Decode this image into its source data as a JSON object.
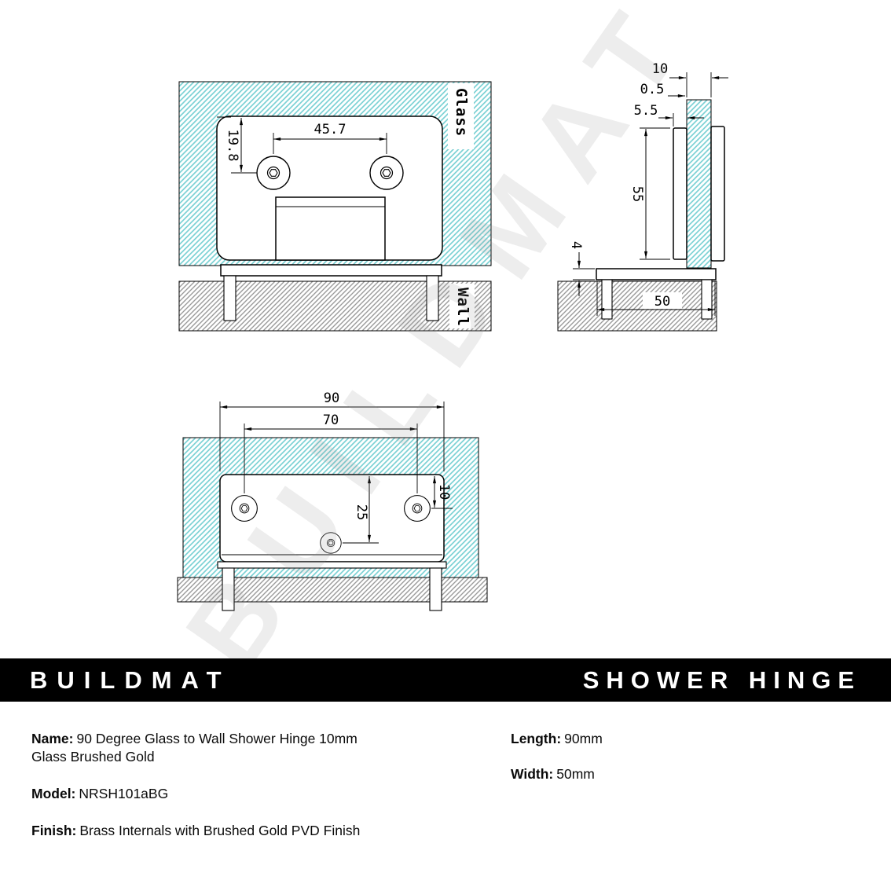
{
  "watermark": "BUILDMAT",
  "drawing": {
    "front_view": {
      "glass_label": "Glass",
      "wall_label": "Wall",
      "dims": {
        "hole_spacing": "45.7",
        "top_to_hole": "19.8"
      }
    },
    "side_view": {
      "dims": {
        "glass_thickness": "10",
        "gasket_gap": "0.5",
        "plate_thickness": "5.5",
        "plate_height": "55",
        "base_thickness": "4",
        "base_width": "50"
      }
    },
    "plan_view": {
      "dims": {
        "overall_length": "90",
        "hole_spacing": "70",
        "center_hole_offset": "25",
        "hole_edge_offset": "10"
      }
    }
  },
  "banner": {
    "brand": "BUILDMAT",
    "product": "SHOWER HINGE"
  },
  "specs": {
    "name_label": "Name:",
    "name_value": "90 Degree Glass to Wall Shower Hinge 10mm Glass Brushed Gold",
    "model_label": "Model:",
    "model_value": "NRSH101aBG",
    "finish_label": "Finish:",
    "finish_value": "Brass Internals with Brushed Gold PVD Finish",
    "length_label": "Length:",
    "length_value": "90mm",
    "width_label": "Width:",
    "width_value": "50mm"
  },
  "colors": {
    "glass_hatch": "#7dd2d5",
    "wall_hatch": "#9a9a9a",
    "line": "#000000",
    "banner_bg": "#000000",
    "banner_text": "#ffffff"
  }
}
